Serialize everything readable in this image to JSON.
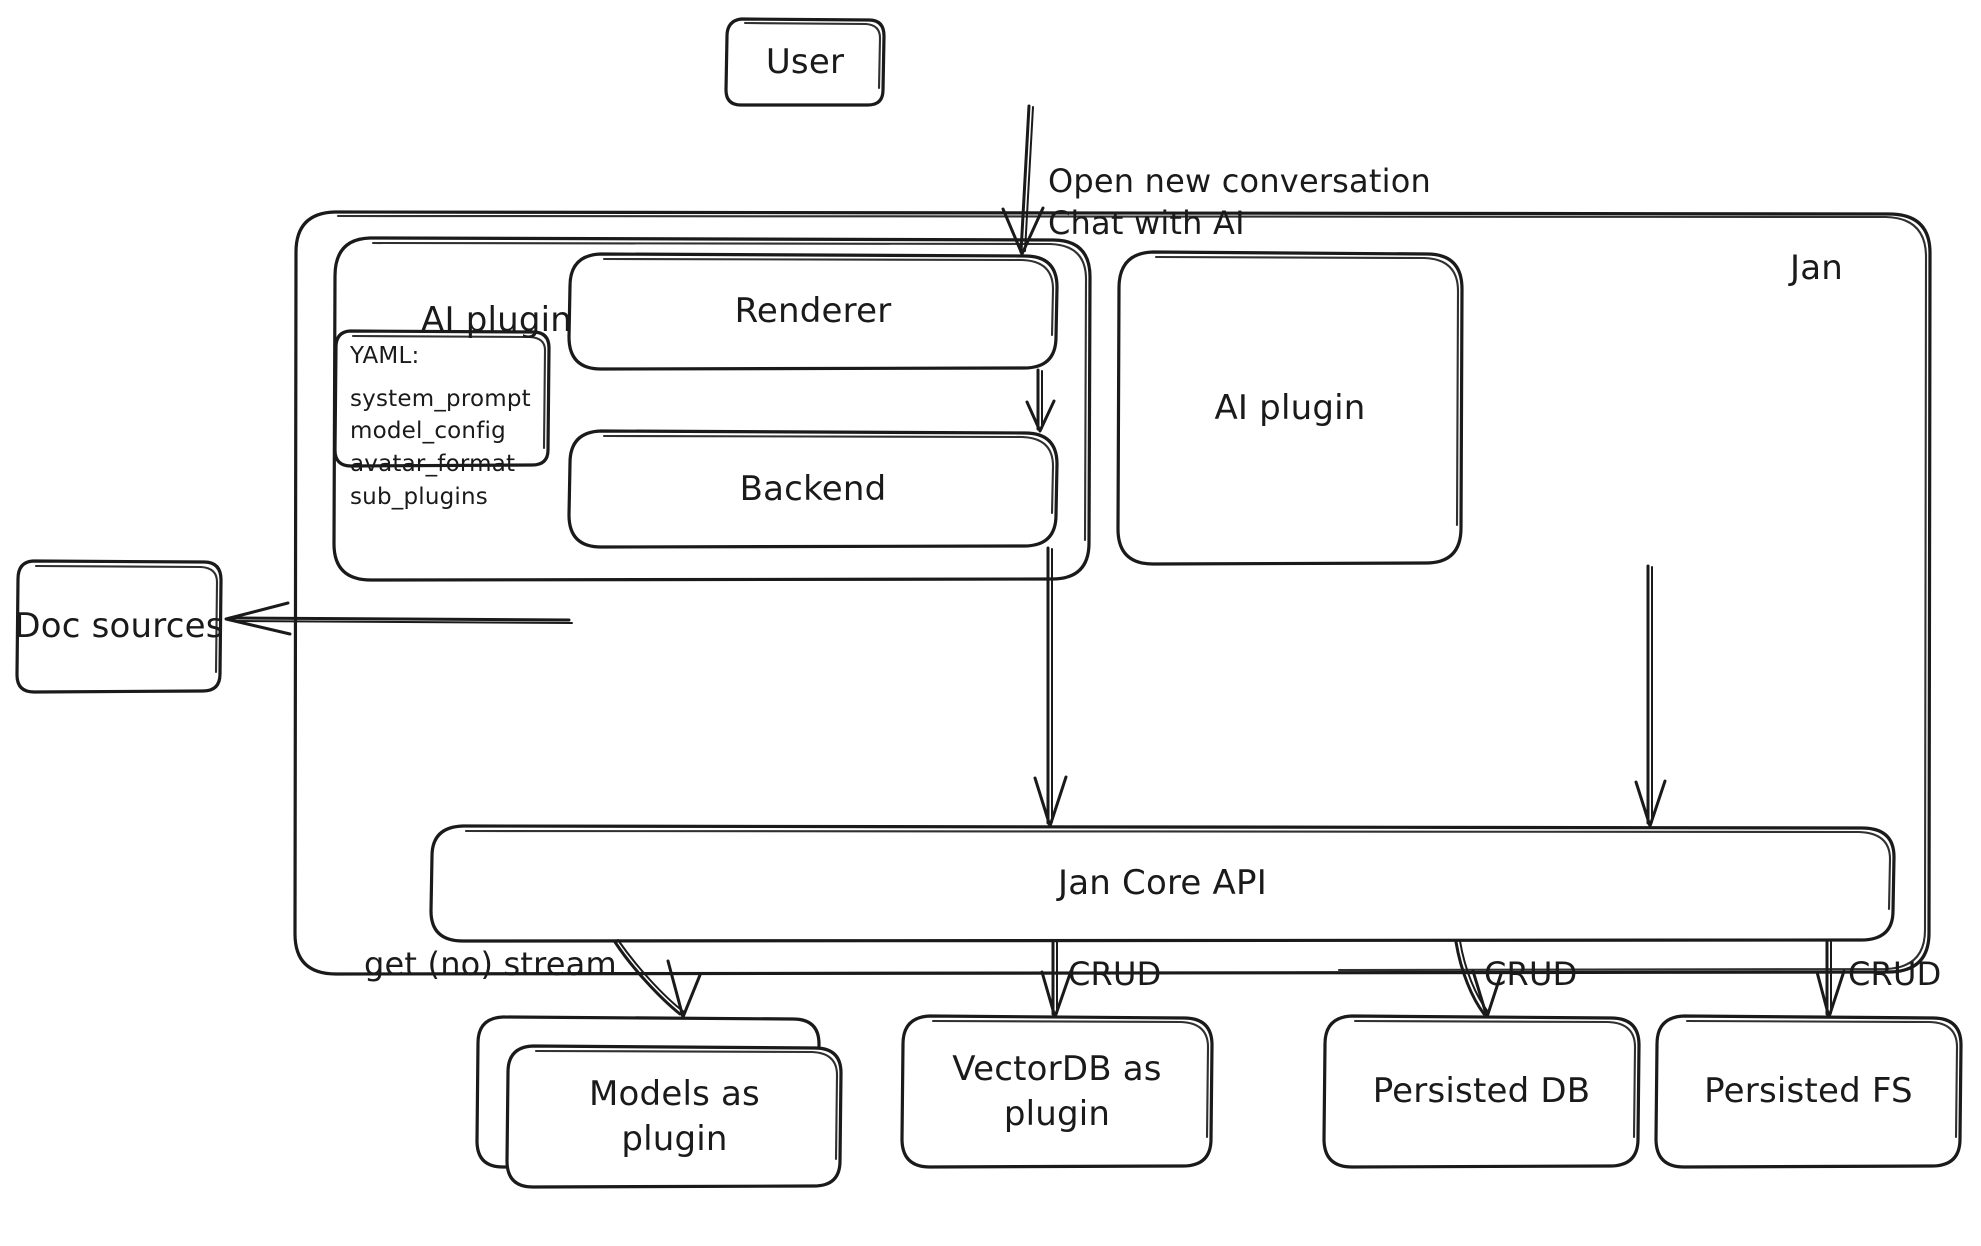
{
  "diagram": {
    "title": "Jan architecture overview",
    "style": "hand-drawn sketch",
    "stroke_color": "#1a1a1a",
    "background_color": "#ffffff"
  },
  "nodes": {
    "user": {
      "label": "User"
    },
    "jan_container": {
      "label": "Jan"
    },
    "ai_plugin_group": {
      "label": "AI plugin"
    },
    "yaml_box": {
      "header": "YAML:",
      "lines": [
        "system_prompt",
        "model_config",
        "avatar_format",
        "sub_plugins"
      ]
    },
    "renderer": {
      "label": "Renderer"
    },
    "backend": {
      "label": "Backend"
    },
    "ai_plugin_right": {
      "label": "AI plugin"
    },
    "doc_sources": {
      "label": "Doc sources"
    },
    "jan_core_api": {
      "label": "Jan Core API"
    },
    "models_plugin": {
      "label_line1": "Models as",
      "label_line2": "plugin"
    },
    "vectordb_plugin": {
      "label_line1": "VectorDB as",
      "label_line2": "plugin"
    },
    "persisted_db": {
      "label": "Persisted DB"
    },
    "persisted_fs": {
      "label": "Persisted FS"
    }
  },
  "edges": {
    "user_to_renderer": {
      "line1": "Open new conversation",
      "line2": "Chat with AI"
    },
    "core_to_models": {
      "label": "get (no) stream"
    },
    "core_to_vectordb": {
      "label": "CRUD"
    },
    "core_to_persisted_db": {
      "label": "CRUD"
    },
    "core_to_persisted_fs": {
      "label": "CRUD"
    }
  }
}
